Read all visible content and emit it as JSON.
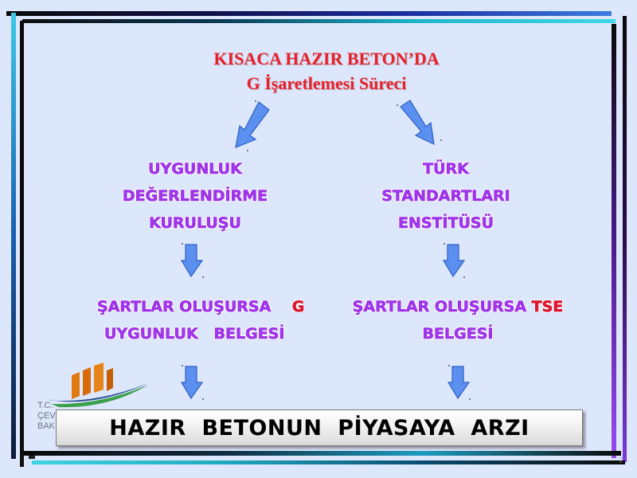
{
  "title": {
    "line1": "KISACA HAZIR BETON’DA",
    "line2": "G İşaretlemesi Süreci"
  },
  "left_branch": {
    "box_lines": [
      "UYGUNLUK",
      "DEĞERLENDİRME",
      "KURULUŞU"
    ],
    "condition_line1": "ŞARTLAR OLUŞURSA",
    "condition_mark": "G",
    "condition_line2": "UYGUNLUK   BELGESİ"
  },
  "right_branch": {
    "box_lines": [
      "TÜRK",
      "STANDARTLARI",
      "ENSTİTÜSÜ"
    ],
    "condition_line1": "ŞARTLAR OLUŞURSA",
    "condition_mark": "TSE",
    "condition_line2": "BELGESİ"
  },
  "banner": {
    "text": "HAZIR  BETONUN  PİYASAYA  ARZI"
  },
  "logo": {
    "icon": "ministry-logo-icon",
    "text_lines": [
      "T.C.",
      "ÇEV",
      "BAK"
    ]
  },
  "page_number": "7",
  "colors": {
    "background": "#dde7fb",
    "title": "#e8202a",
    "box_text": "#a335ee",
    "accent_red": "#e3142e",
    "arrow": "#5b8ff0"
  }
}
